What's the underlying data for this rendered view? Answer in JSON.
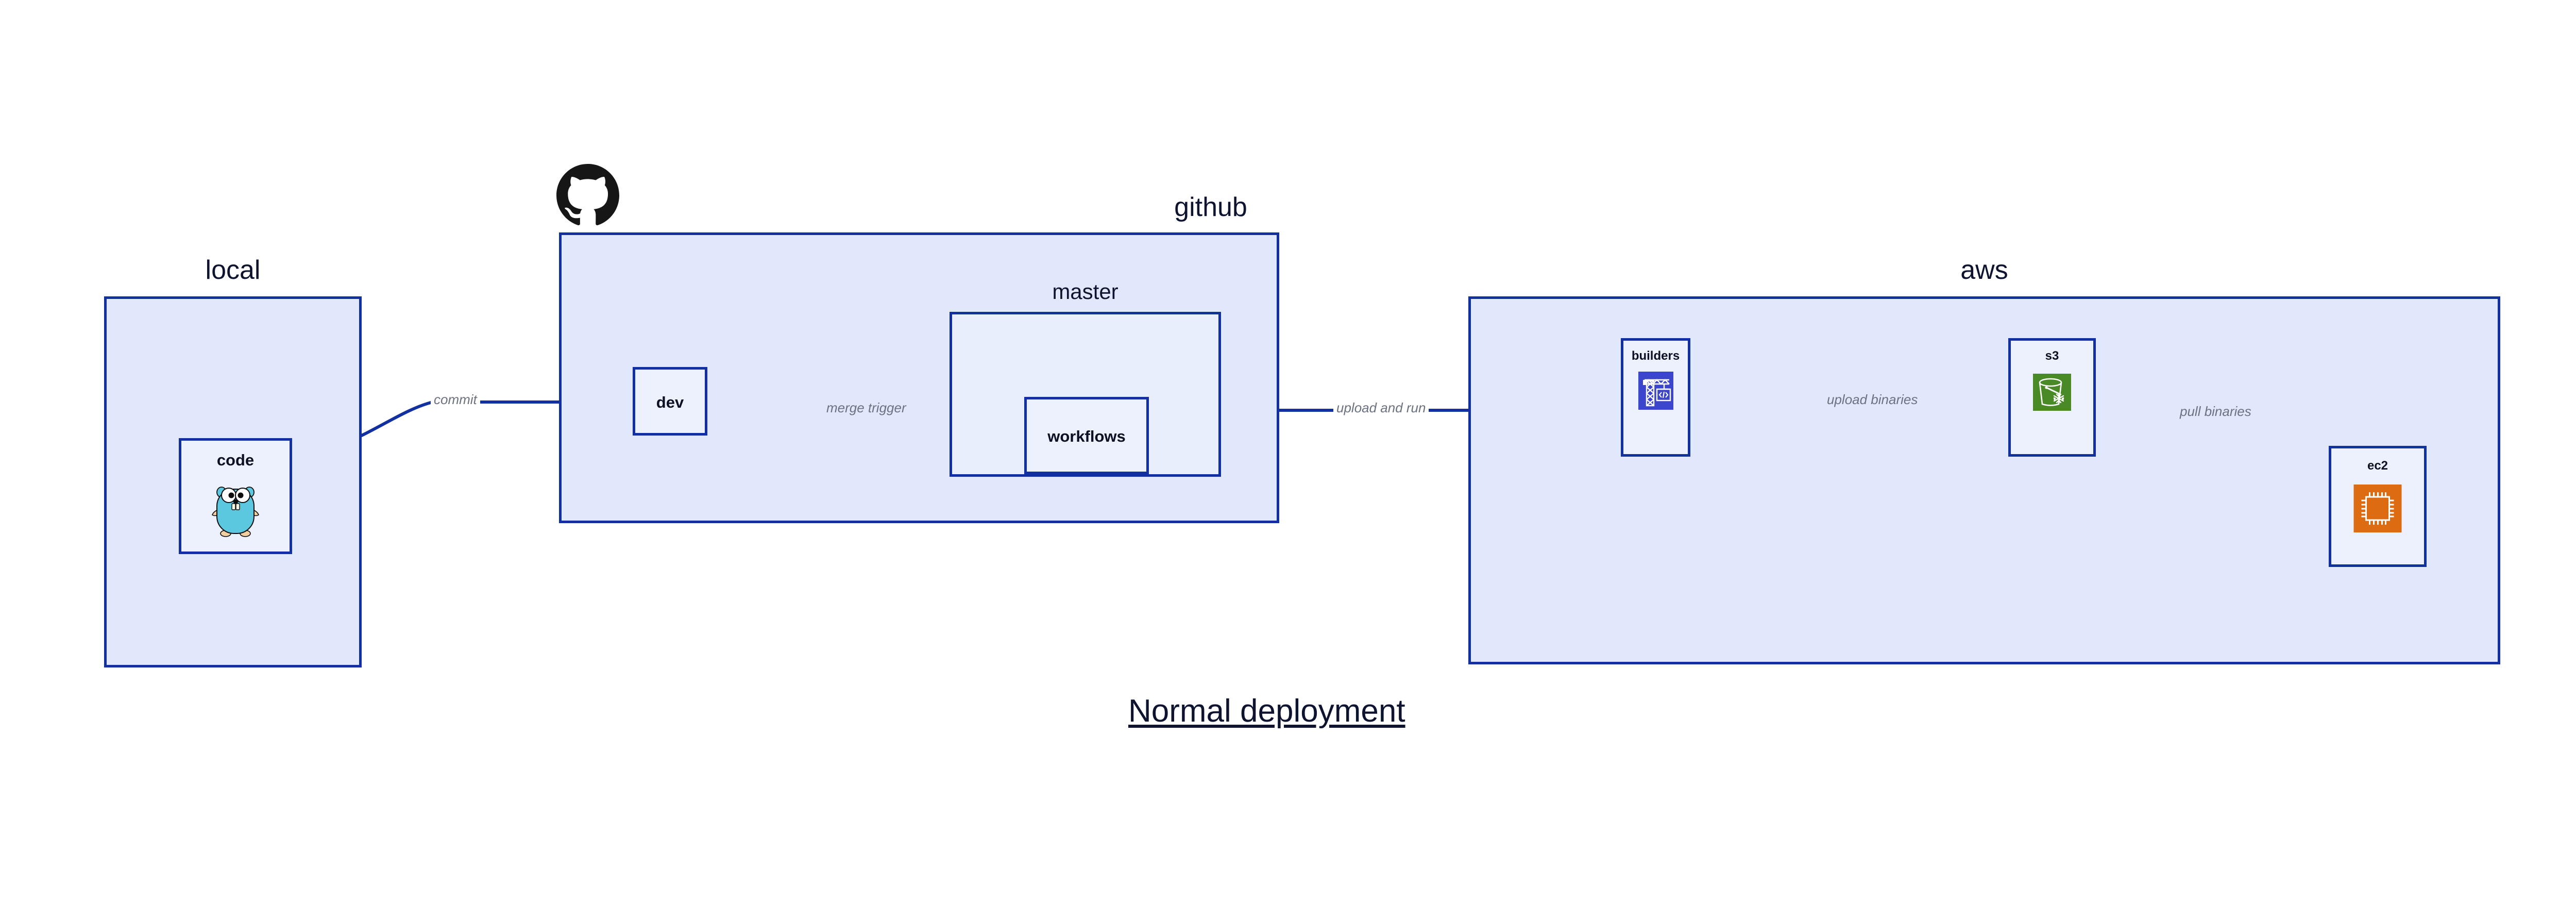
{
  "diagram": {
    "caption": "Normal deployment",
    "accent_border": "#12309f",
    "group_fill": "#e2e8fb",
    "node_fill": "#edf1fd",
    "label_color": "#6b7280",
    "title_color": "#0e1430"
  },
  "groups": {
    "local": {
      "title": "local"
    },
    "github": {
      "title": "github",
      "logo_icon": "github-octocat-icon"
    },
    "master": {
      "title": "master"
    },
    "aws": {
      "title": "aws"
    }
  },
  "nodes": {
    "code": {
      "label": "code",
      "icon": "go-gopher-icon"
    },
    "dev": {
      "label": "dev",
      "icon": ""
    },
    "workflows": {
      "label": "workflows",
      "icon": ""
    },
    "builders": {
      "label": "builders",
      "icon": "aws-builders-crane-icon",
      "icon_color": "#3b46cc"
    },
    "s3": {
      "label": "s3",
      "icon": "aws-s3-glacier-bucket-icon",
      "icon_color": "#4a8a26"
    },
    "ec2": {
      "label": "ec2",
      "icon": "aws-ec2-chip-icon",
      "icon_color": "#dd6b12"
    }
  },
  "edges": [
    {
      "id": "commit",
      "label": "commit",
      "from": "code",
      "to": "dev"
    },
    {
      "id": "merge-trigger",
      "label": "merge trigger",
      "from": "dev",
      "to": "workflows"
    },
    {
      "id": "upload-and-run",
      "label": "upload and run",
      "from": "workflows",
      "to": "builders"
    },
    {
      "id": "upload-binaries",
      "label": "upload binaries",
      "from": "builders",
      "to": "s3"
    },
    {
      "id": "pull-binaries",
      "label": "pull binaries",
      "from": "s3",
      "to": "ec2"
    }
  ]
}
